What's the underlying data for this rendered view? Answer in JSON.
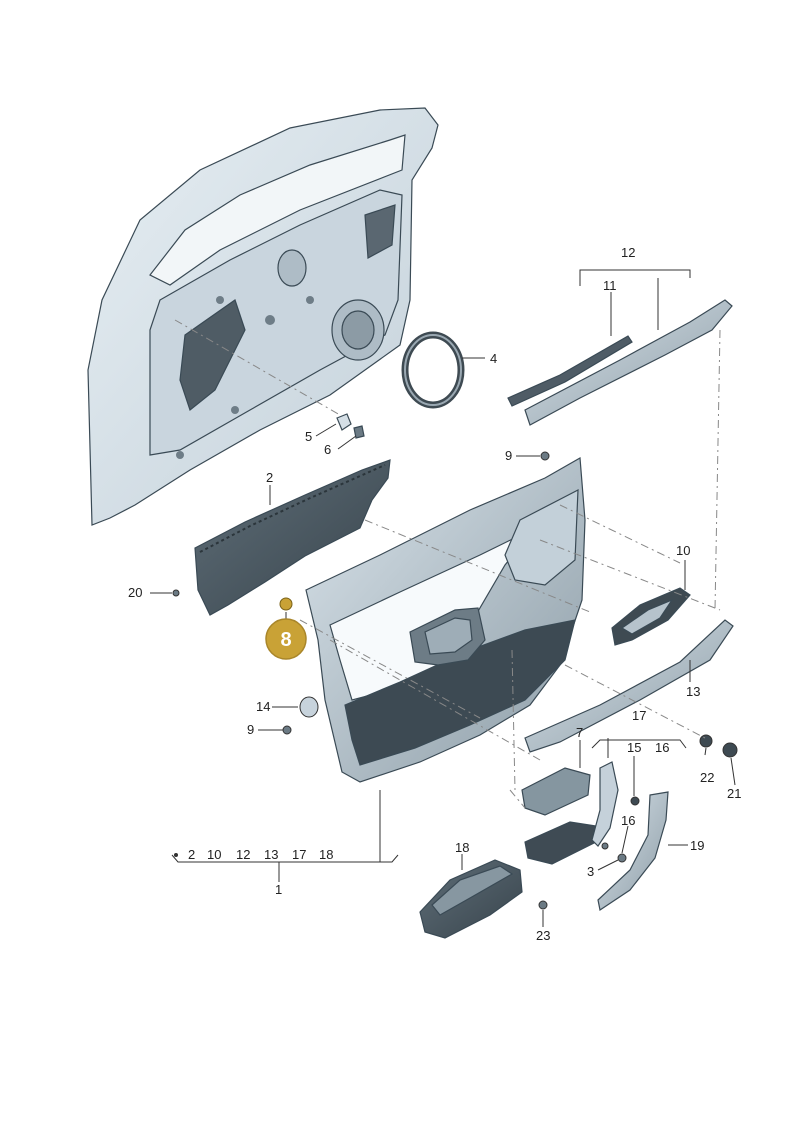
{
  "callouts": {
    "c1": "1",
    "c2": "2",
    "c3": "3",
    "c4": "4",
    "c5": "5",
    "c6": "6",
    "c7": "7",
    "c9a": "9",
    "c9b": "9",
    "c10": "10",
    "c11": "11",
    "c12": "12",
    "c13": "13",
    "c14": "14",
    "c15": "15",
    "c16a": "16",
    "c16b": "16",
    "c17": "17",
    "c18": "18",
    "c19": "19",
    "c20": "20",
    "c21": "21",
    "c22": "22",
    "c23": "23"
  },
  "group1": [
    "2",
    "10",
    "12",
    "13",
    "17",
    "18"
  ],
  "highlight": {
    "label": "8",
    "color": "#c9a236"
  },
  "colors": {
    "part_fill": "#dde7ee",
    "part_dark": "#7d8d97",
    "part_shade": "#b9c7d1",
    "line": "#333333"
  }
}
